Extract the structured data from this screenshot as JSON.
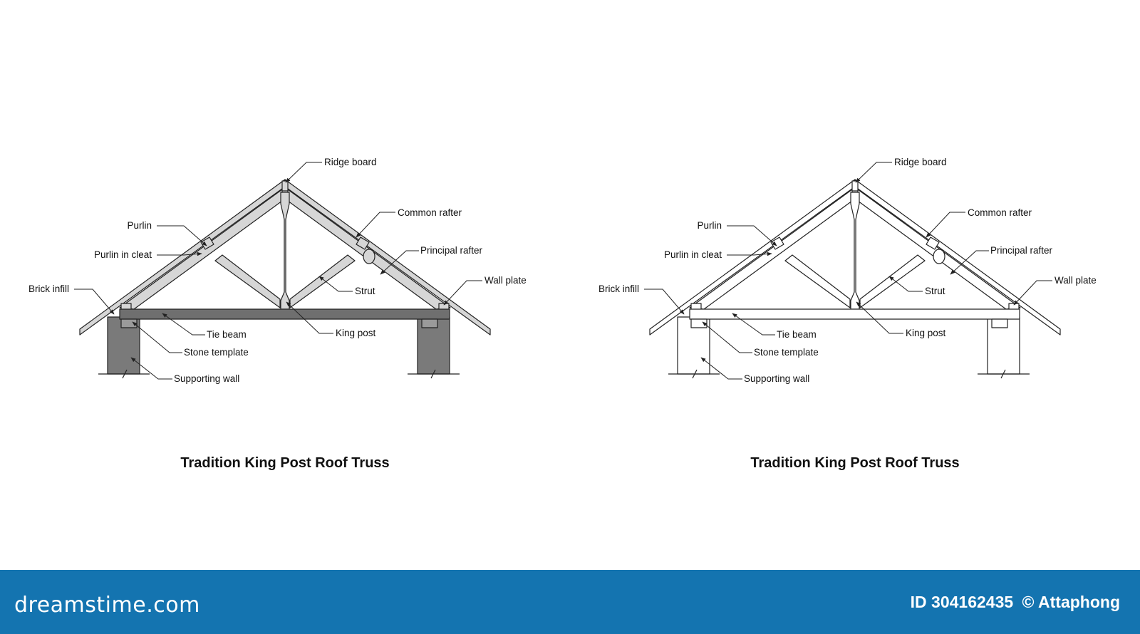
{
  "diagrams": [
    {
      "style": "shaded",
      "title": "Tradition King Post Roof Truss",
      "labels": {
        "ridge_board": "Ridge board",
        "common_rafter": "Common rafter",
        "principal_rafter": "Principal rafter",
        "purlin": "Purlin",
        "purlin_in_cleat": "Purlin in cleat",
        "brick_infill": "Brick infill",
        "wall_plate": "Wall plate",
        "strut": "Strut",
        "tie_beam": "Tie beam",
        "king_post": "King post",
        "stone_template": "Stone template",
        "supporting_wall": "Supporting wall"
      }
    },
    {
      "style": "outline",
      "title": "Tradition King Post Roof Truss",
      "labels": {
        "ridge_board": "Ridge board",
        "common_rafter": "Common rafter",
        "principal_rafter": "Principal rafter",
        "purlin": "Purlin",
        "purlin_in_cleat": "Purlin in cleat",
        "brick_infill": "Brick infill",
        "wall_plate": "Wall plate",
        "strut": "Strut",
        "tie_beam": "Tie beam",
        "king_post": "King post",
        "stone_template": "Stone template",
        "supporting_wall": "Supporting wall"
      }
    }
  ],
  "colors": {
    "rafter_fill": "#d6d6d6",
    "beam_fill": "#6f6f6f",
    "wall_fill": "#7a7a7a",
    "line": "#222222",
    "footer_bg": "#1474b0",
    "footer_text": "#ffffff"
  },
  "footer": {
    "brand": "dreamstime.com",
    "id_text": "ID 304162435",
    "copyright": "© Attaphong"
  }
}
